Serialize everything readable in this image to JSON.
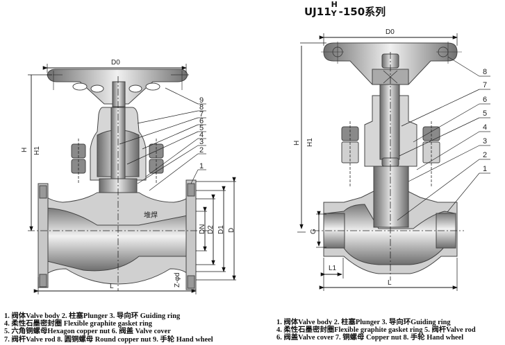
{
  "right_title": {
    "prefix": "UJ11",
    "sup": "H",
    "sub": "Y",
    "suffix": "-150系列"
  },
  "left_diagram": {
    "name": "flanged globe valve",
    "dimension_labels": {
      "d0": "D0",
      "h": "H",
      "h1": "H1",
      "dn": "DN",
      "d2": "D2",
      "d1": "D1",
      "d": "D",
      "l": "L",
      "z_d": "Z-φd"
    },
    "annotation_weld": "堆焊",
    "callouts": [
      "9",
      "8",
      "7",
      "6",
      "5",
      "4",
      "3",
      "2",
      "1"
    ],
    "legend_lines": [
      "1. 阀体Valve body   2. 柱塞Plunger  3. 导向环 Guiding ring",
      "4. 柔性石墨密封圈 Flexible graphite gasket ring",
      "5. 六角铜螺母Hexagon copper nut  6. 阀盖  Valve cover",
      "7. 阀杆Valve rod  8. 圆铜螺母 Round copper nut  9. 手轮 Hand wheel"
    ]
  },
  "right_diagram": {
    "name": "threaded globe valve",
    "dimension_labels": {
      "d0": "D0",
      "h": "H",
      "h1": "H1",
      "g": "G",
      "l1": "L1",
      "l": "L"
    },
    "callouts": [
      "8",
      "7",
      "6",
      "5",
      "4",
      "3",
      "2",
      "1"
    ],
    "legend_lines": [
      "1. 阀体Valve body  2. 柱塞Plunger 3. 导向环Guiding ring",
      "4. 柔性石墨密封圈Flexible graphite gasket ring  5. 阀杆Valve rod",
      "6. 阀盖Valve cover  7. 铜螺母 Copper nut  8. 手轮 Hand wheel"
    ]
  }
}
